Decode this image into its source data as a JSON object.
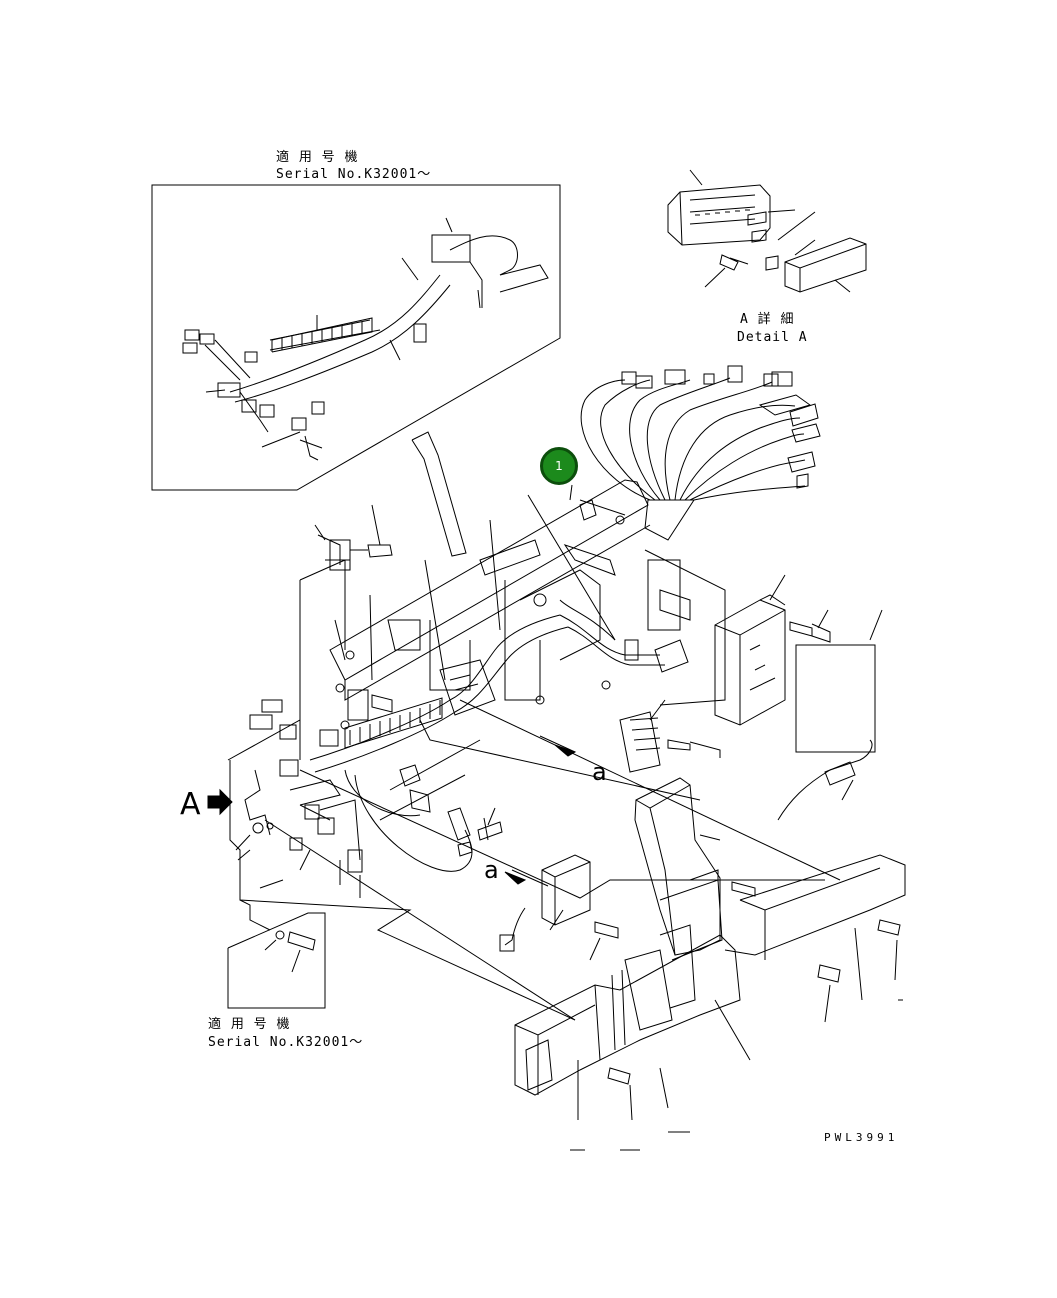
{
  "inset_top": {
    "label_jp": "適 用 号 機",
    "label_en": "Serial No.K32001〜"
  },
  "inset_bottom": {
    "label_jp": "適 用 号 機",
    "label_en": "Serial No.K32001〜"
  },
  "detail": {
    "label_jp": "A 詳 細",
    "label_en": "Detail A"
  },
  "markers": {
    "view_a": "A",
    "ref_a1": "a",
    "ref_a2": "a"
  },
  "callout": {
    "number": "1",
    "color": "#1c8a1c"
  },
  "drawing_code": "PWL3991"
}
